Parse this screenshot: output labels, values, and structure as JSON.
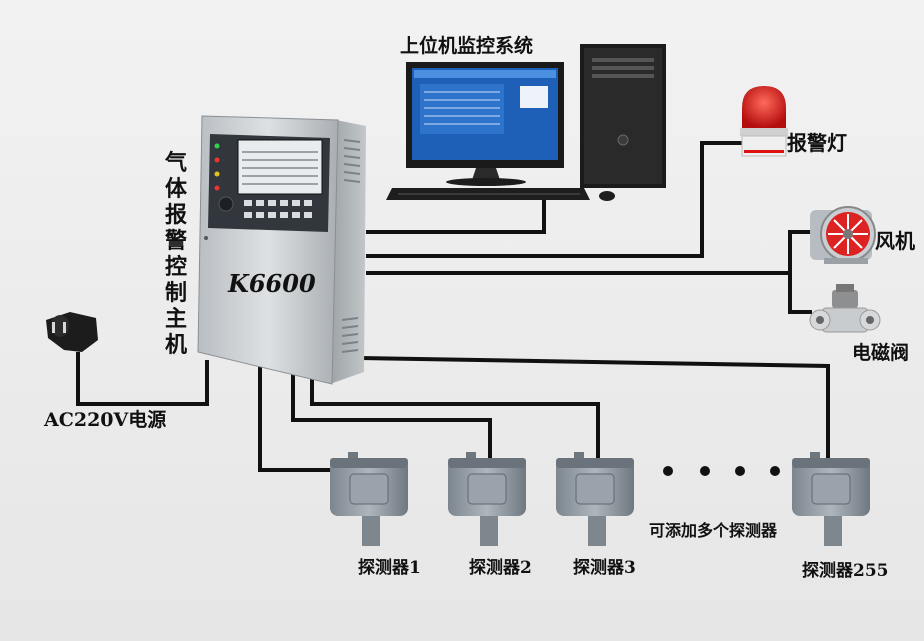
{
  "title": "上位机监控系统",
  "controller": {
    "vertical_label": "气体报警控制主机",
    "model": "K6600"
  },
  "power": {
    "label": "AC220V电源"
  },
  "outputs": {
    "alarm_light": "报警灯",
    "fan": "风机",
    "valve": "电磁阀"
  },
  "detectors": {
    "items": [
      {
        "label": "探测器1"
      },
      {
        "label": "探测器2"
      },
      {
        "label": "探测器3"
      },
      {
        "label": "探测器255"
      }
    ],
    "expand_note": "可添加多个探测器"
  },
  "colors": {
    "wire": "#111111",
    "cabinet": "#c7cbce",
    "screen": "#1e5fb8",
    "alarm_red": "#d01818",
    "detector": "#8e979f"
  }
}
